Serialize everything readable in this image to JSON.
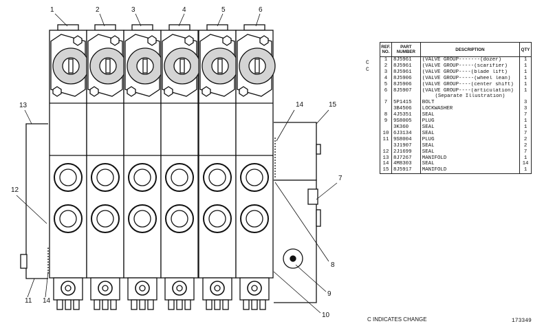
{
  "callouts": [
    "1",
    "2",
    "3",
    "4",
    "5",
    "6",
    "7",
    "8",
    "9",
    "10",
    "11",
    "12",
    "13",
    "14",
    "14",
    "15"
  ],
  "table": {
    "headers": {
      "ref": "REF. NO.",
      "part": "PART NUMBER",
      "description": "DESCRIPTION",
      "qty": "QTY"
    },
    "rows": [
      {
        "ref": "1",
        "part": "8J5961",
        "desc": "(VALVE GROUP-------(dozer)",
        "qty": "1"
      },
      {
        "ref": "2",
        "part": "8J5961",
        "desc": "(VALVE GROUP-----(scarifier)",
        "qty": "1"
      },
      {
        "ref": "3",
        "part": "8J5961",
        "desc": "(VALVE GROUP----(blade lift)",
        "qty": "1"
      },
      {
        "ref": "4",
        "part": "8J5906",
        "desc": "(VALVE GROUP-----(wheel lean)",
        "qty": "1"
      },
      {
        "ref": "5",
        "part": "8J5906",
        "desc": "(VALVE GROUP----(center shift)",
        "qty": "1"
      },
      {
        "ref": "6",
        "part": "8J5907",
        "desc": "(VALVE GROUP----(articulation)",
        "qty": "1"
      },
      {
        "ref": "",
        "part": "",
        "desc": "(Separate Illustration)",
        "qty": "",
        "sub": true
      },
      {
        "ref": "7",
        "part": "5P1415",
        "desc": "BOLT",
        "qty": "3"
      },
      {
        "ref": "",
        "part": "3B4506",
        "desc": "LOCKWASHER",
        "qty": "3"
      },
      {
        "ref": "8",
        "part": "4J5351",
        "desc": "SEAL",
        "qty": "7"
      },
      {
        "ref": "9",
        "part": "9S8005",
        "desc": "PLUG",
        "qty": "1"
      },
      {
        "ref": "",
        "part": "3K360",
        "desc": "SEAL",
        "qty": "1"
      },
      {
        "ref": "10",
        "part": "6J3134",
        "desc": "SEAL",
        "qty": "7"
      },
      {
        "ref": "11",
        "part": "9S8004",
        "desc": "PLUG",
        "qty": "2"
      },
      {
        "ref": "",
        "part": "3J1907",
        "desc": "SEAL",
        "qty": "2"
      },
      {
        "ref": "12",
        "part": "2J1699",
        "desc": "SEAL",
        "qty": "7"
      },
      {
        "ref": "13",
        "part": "8J7267",
        "desc": "MANIFOLD",
        "qty": "1"
      },
      {
        "ref": "14",
        "part": "4M8303",
        "desc": "SEAL",
        "qty": "14"
      },
      {
        "ref": "15",
        "part": "8J5917",
        "desc": "MANIFOLD",
        "qty": "1"
      }
    ]
  },
  "change_marks": [
    "C",
    "C"
  ],
  "change_note": "C INDICATES CHANGE",
  "drawing_number": "173349"
}
